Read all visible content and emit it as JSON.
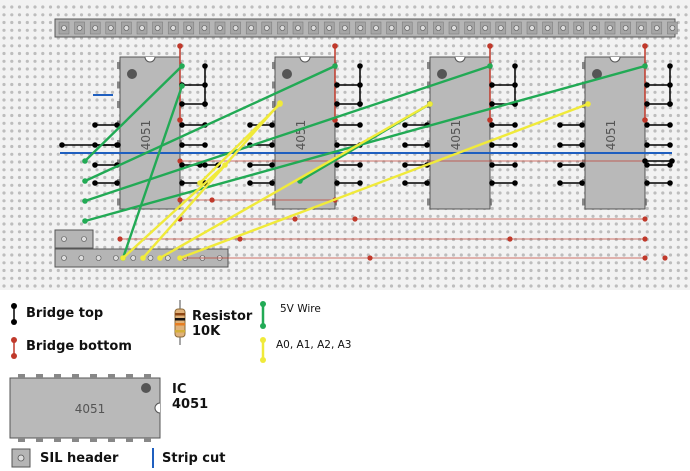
{
  "ic_label": "4051",
  "legend": {
    "bridge_top": "Bridge top",
    "bridge_bottom": "Bridge bottom",
    "resistor_line1": "Resistor",
    "resistor_line2": "10K",
    "wire_5v": "5V Wire",
    "address_wires": "A0, A1, A2, A3",
    "ic_line1": "IC",
    "ic_line2": "4051",
    "sil_header": "SIL header",
    "strip_cut": "Strip cut"
  },
  "colors": {
    "board": "#f2f2f2",
    "hole": "#bdbdbd",
    "ic_body": "#b9b9b9",
    "bridge_top": "#000000",
    "bridge_bottom": "#c0392b",
    "wire_5v": "#22aa55",
    "wire_address": "#f0ea3a",
    "strip_cut": "#1f5fbf"
  }
}
